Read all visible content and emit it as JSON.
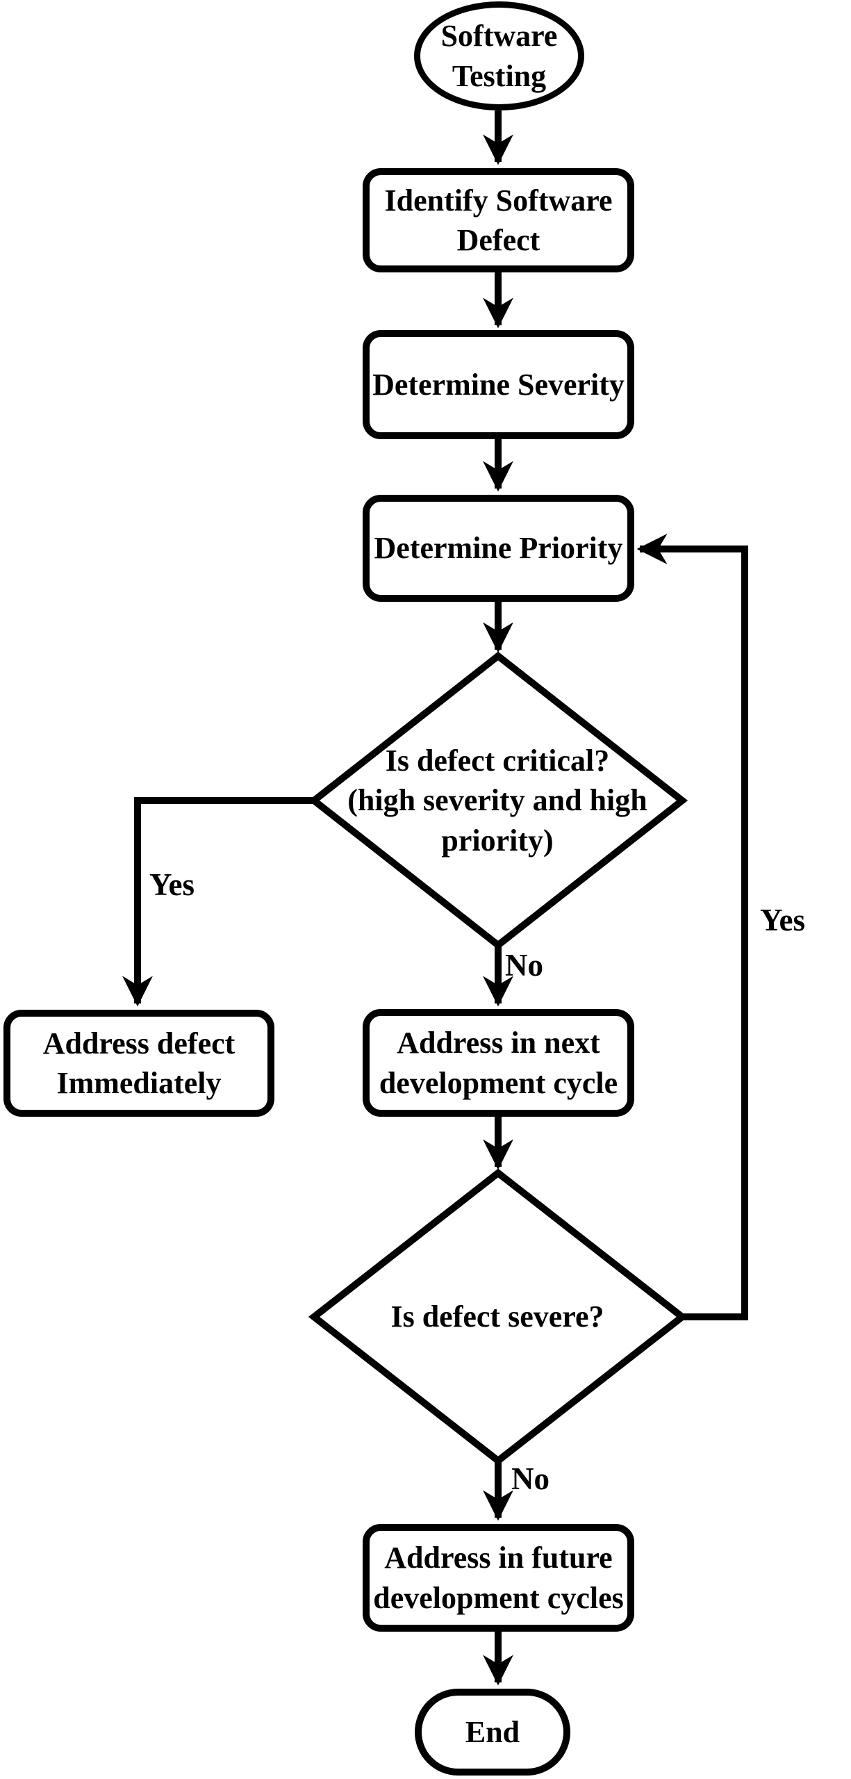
{
  "diagram_type": "flowchart",
  "colors": {
    "stroke": "#000000",
    "shape_fill": "#ffffff",
    "text": "#000000",
    "background": "#ffffff"
  },
  "nodes": {
    "start": {
      "label": "Software\nTesting",
      "shape": "terminator"
    },
    "identify": {
      "label": "Identify Software\nDefect",
      "shape": "process"
    },
    "severity": {
      "label": "Determine Severity",
      "shape": "process"
    },
    "priority": {
      "label": "Determine Priority",
      "shape": "process"
    },
    "critical": {
      "label": "Is defect critical?\n(high severity and high\npriority)",
      "shape": "decision"
    },
    "immediate": {
      "label": "Address defect\nImmediately",
      "shape": "process"
    },
    "next_cycle": {
      "label": "Address in next\ndevelopment cycle",
      "shape": "process"
    },
    "severe": {
      "label": "Is defect severe?",
      "shape": "decision"
    },
    "future_cycles": {
      "label": "Address in future\ndevelopment cycles",
      "shape": "process"
    },
    "end": {
      "label": "End",
      "shape": "terminator"
    }
  },
  "edge_labels": {
    "critical_yes": "Yes",
    "critical_no": "No",
    "severe_yes": "Yes",
    "severe_no": "No"
  }
}
